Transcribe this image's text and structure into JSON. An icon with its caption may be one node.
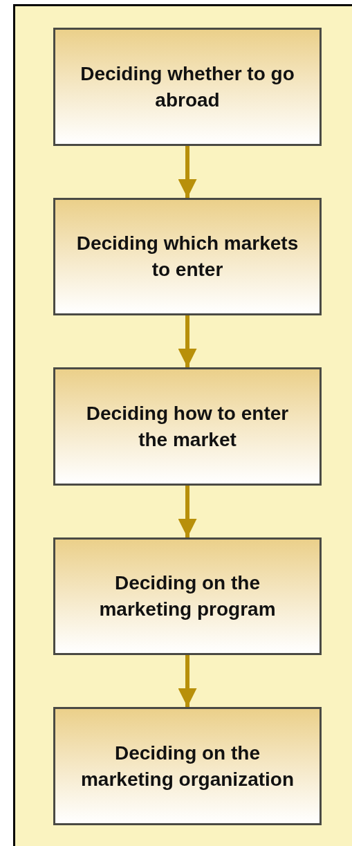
{
  "diagram": {
    "nodes": [
      {
        "text": [
          "Deciding whether to go abroad"
        ]
      },
      {
        "text": [
          "Deciding which markets to enter"
        ]
      },
      {
        "text": [
          "Deciding how to enter the market"
        ]
      },
      {
        "text": [
          "Deciding on the marketing program"
        ]
      },
      {
        "text": [
          "Deciding on the marketing organization"
        ]
      }
    ],
    "edges": [
      {
        "from": 0,
        "to": 1,
        "arrow": "to"
      },
      {
        "from": 1,
        "to": 2,
        "arrow": "to"
      },
      {
        "from": 2,
        "to": 3,
        "arrow": "to"
      },
      {
        "from": 3,
        "to": 4,
        "arrow": "to"
      }
    ]
  }
}
